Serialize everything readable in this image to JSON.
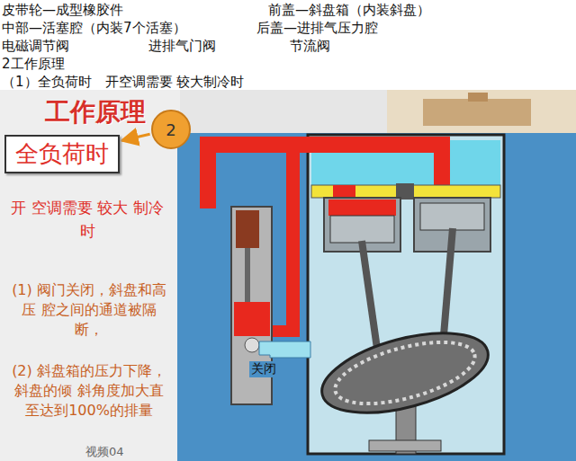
{
  "diagram": {
    "title": "工作原理",
    "nodes": [
      {
        "text": [
          "全负荷时"
        ]
      },
      {
        "text": [
          "2"
        ]
      }
    ],
    "edges": [
      {
        "from": 1,
        "to": 0,
        "arrow": "to"
      }
    ],
    "labels": [
      "皮带轮—成型橡胶件",
      "前盖—斜盘箱（内装斜盘）",
      "中部—活塞腔（内装7个活塞）",
      "后盖—进排气压力腔",
      "电磁调节阀",
      "进排气门阀",
      "节流阀",
      "2工作原理",
      "（1）全负荷时　开空调需要 较大制冷时",
      "开 空调需要 较大 制冷时",
      "(1) 阀门关闭，斜盘和高压 腔之间的通道被隔断，",
      "(2) 斜盘箱的压力下降，斜盘的倾 斜角度加大直至达到100%的排量",
      "关闭",
      "视频04"
    ]
  }
}
